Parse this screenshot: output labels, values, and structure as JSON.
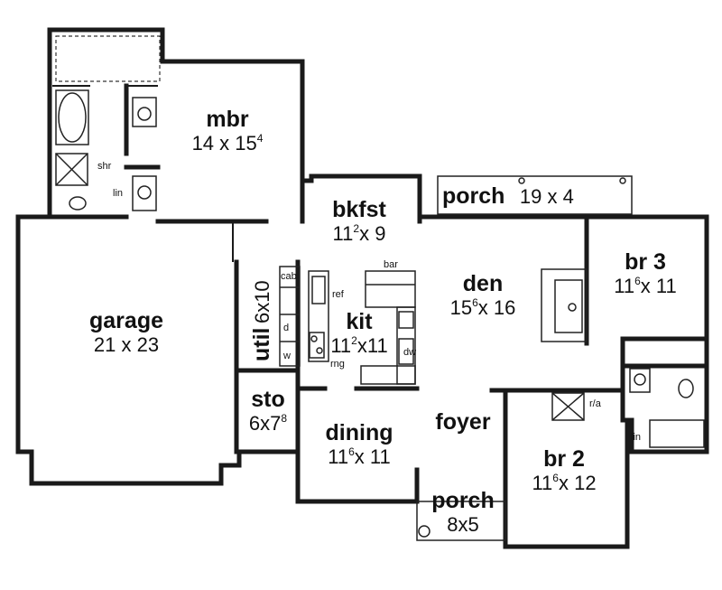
{
  "rooms": {
    "mbr": {
      "name": "mbr",
      "dim_a": "14 x 15",
      "dim_sup": "4"
    },
    "bkfst": {
      "name": "bkfst",
      "dim_a": "11",
      "dim_sup": "2",
      "dim_b": "x 9"
    },
    "porch_top": {
      "name": "porch",
      "dim": "19 x 4"
    },
    "br3": {
      "name": "br 3",
      "dim_a": "11",
      "dim_sup": "6",
      "dim_b": "x 11"
    },
    "garage": {
      "name": "garage",
      "dim": "21 x 23"
    },
    "util": {
      "name": "util",
      "dim": "6x10"
    },
    "kit": {
      "name": "kit",
      "dim_a": "11",
      "dim_sup": "2",
      "dim_b": "x11"
    },
    "den": {
      "name": "den",
      "dim_a": "15",
      "dim_sup": "6",
      "dim_b": "x 16"
    },
    "sto": {
      "name": "sto",
      "dim_a": "6x7",
      "dim_sup": "8"
    },
    "dining": {
      "name": "dining",
      "dim_a": "11",
      "dim_sup": "6",
      "dim_b": "x 11"
    },
    "foyer": {
      "name": "foyer"
    },
    "br2": {
      "name": "br 2",
      "dim_a": "11",
      "dim_sup": "6",
      "dim_b": "x 12"
    },
    "porch_front": {
      "name": "porch",
      "dim": "8x5"
    }
  },
  "fixtures": {
    "shr": "shr",
    "lin_mbr": "lin",
    "lin_bath": "lin",
    "bar": "bar",
    "ref": "ref",
    "rng": "rng",
    "dw": "dw",
    "ra": "r/a",
    "cab": "cab",
    "d": "d",
    "w": "w"
  }
}
